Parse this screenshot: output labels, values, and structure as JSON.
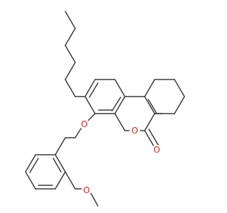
{
  "molecule": {
    "atom_labels": {
      "ether_oxygen_ring": "O",
      "lactone_ring_oxygen": "O",
      "carbonyl_oxygen": "O",
      "methoxy_oxygen": "O"
    },
    "colors": {
      "bond": "#3a3a3a",
      "oxygen": "#e0201b",
      "background": "#ffffff"
    }
  }
}
